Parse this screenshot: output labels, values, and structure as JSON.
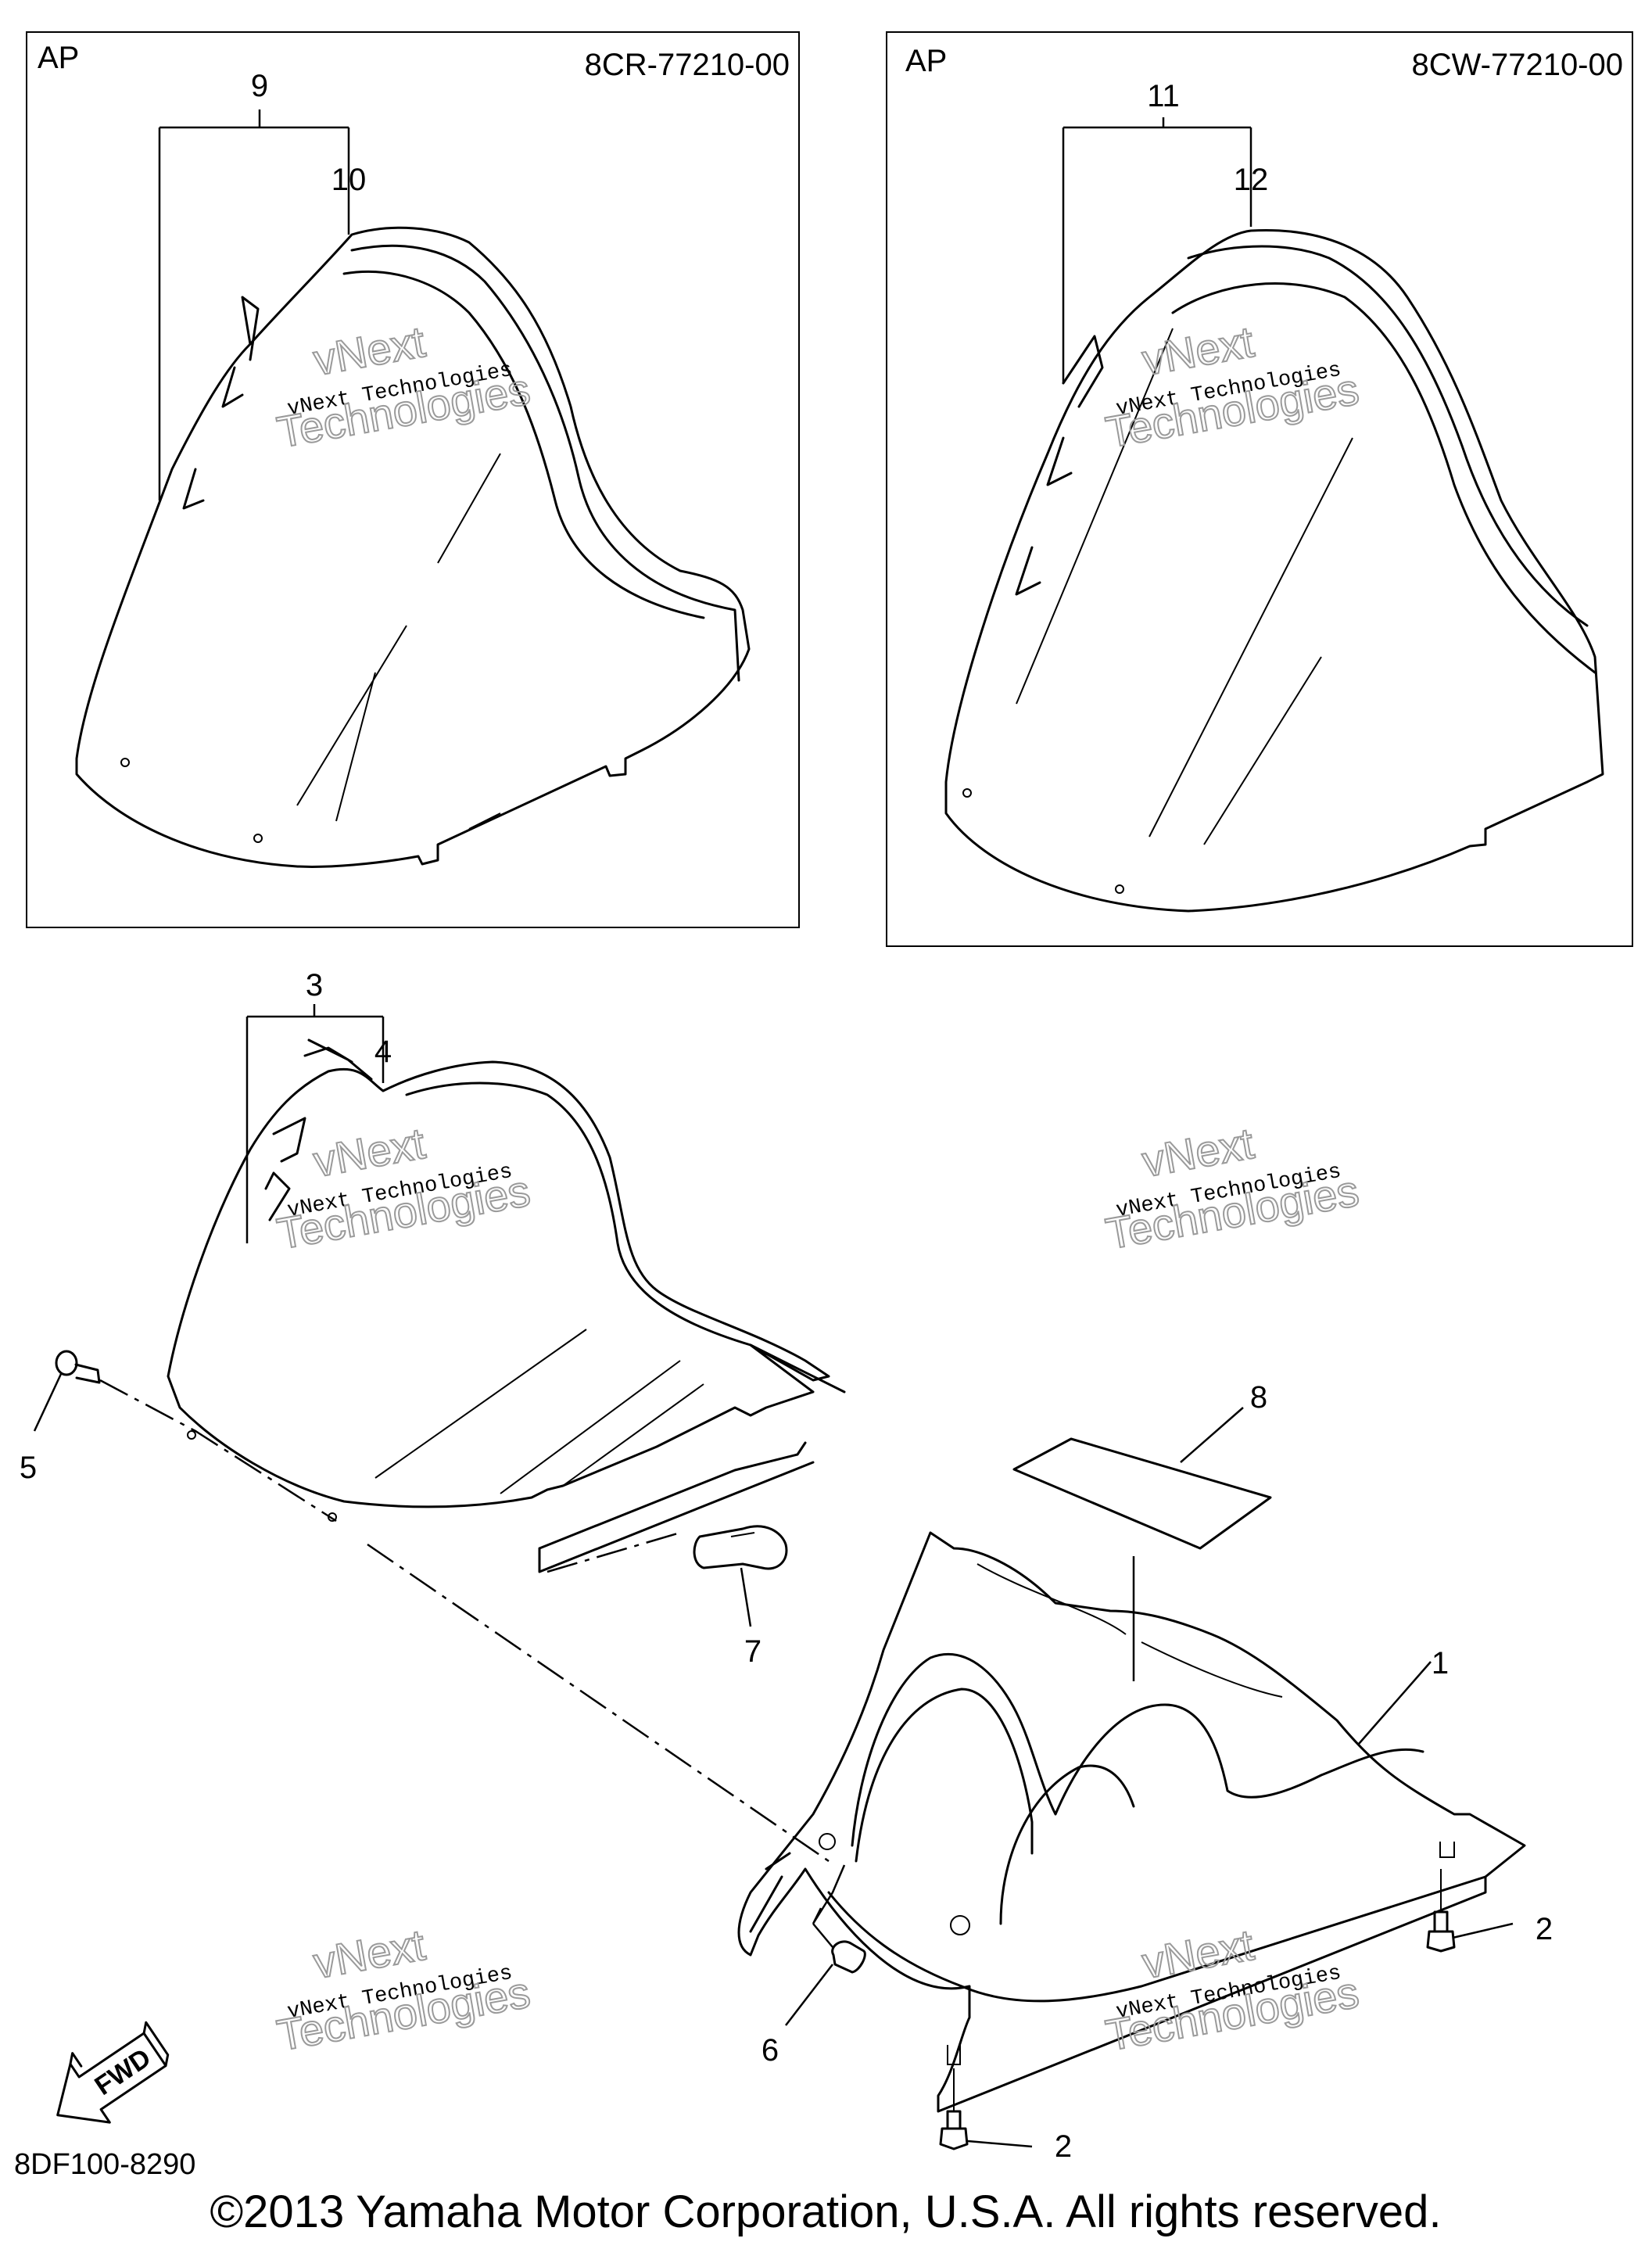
{
  "insets": [
    {
      "variant_label": "AP",
      "part_number": "8CR-77210-00",
      "callouts": [
        "9",
        "10"
      ]
    },
    {
      "variant_label": "AP",
      "part_number": "8CW-77210-00",
      "callouts": [
        "11",
        "12"
      ]
    }
  ],
  "callouts": {
    "c1": "1",
    "c2a": "2",
    "c2b": "2",
    "c3": "3",
    "c4": "4",
    "c5": "5",
    "c6": "6",
    "c7": "7",
    "c8": "8"
  },
  "fwd_label": "FWD",
  "diagram_code": "8DF100-8290",
  "watermark": {
    "line1": "vNext Technologies",
    "line2": "vNext",
    "line3": "Technologies"
  },
  "copyright": "©2013 Yamaha Motor Corporation, U.S.A. All rights reserved."
}
